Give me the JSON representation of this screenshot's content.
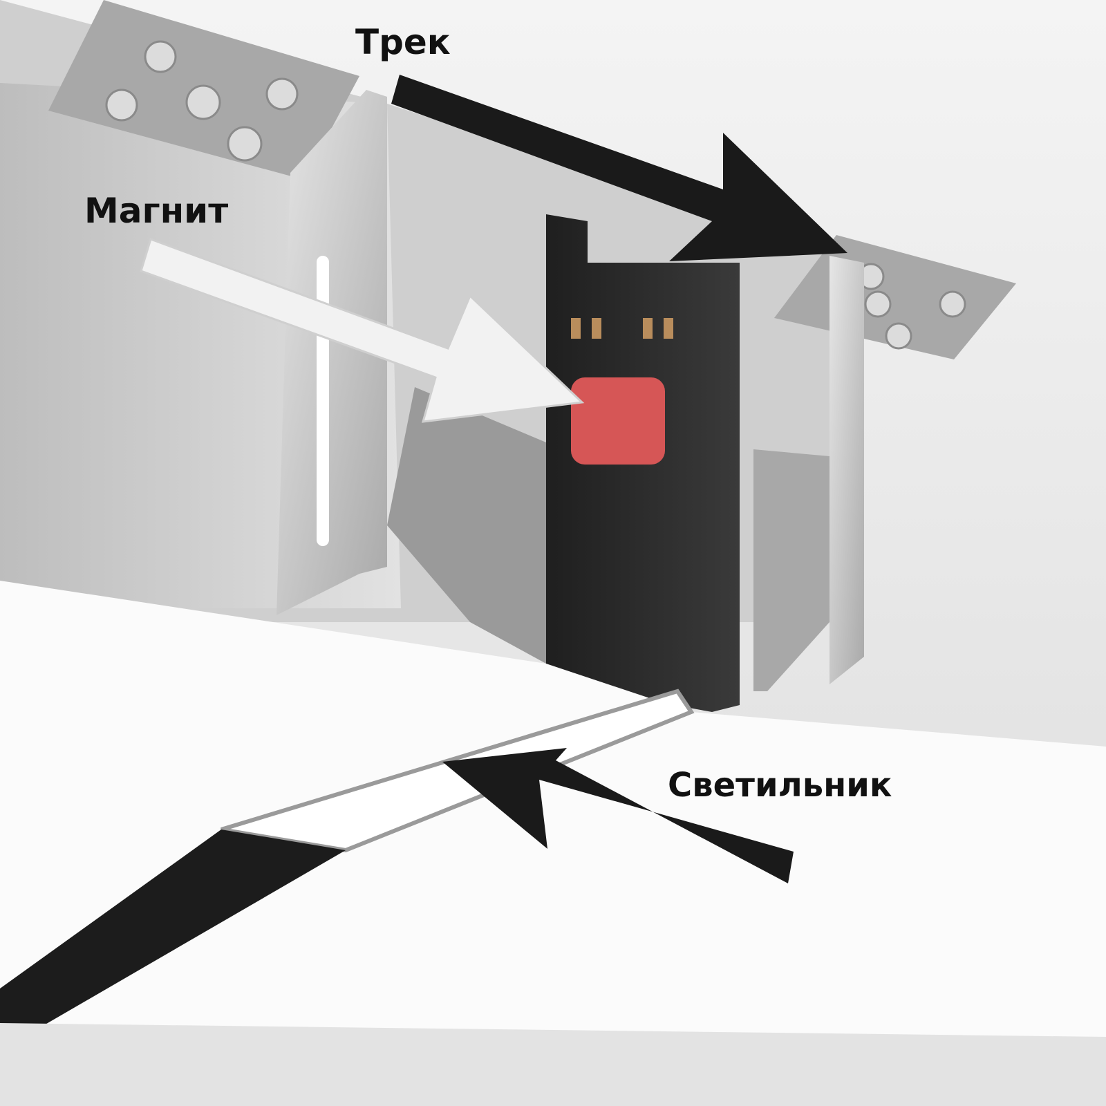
{
  "labels": {
    "track": "Трек",
    "magnet": "Магнит",
    "luminaire": "Светильник"
  },
  "colors": {
    "arrow_dark": "#1a1a1a",
    "arrow_light": "#f2f2f2",
    "magnet_pad": "#d65656",
    "luminaire_body": "#2a2a2a",
    "bracket_metal": "#cfcfcf",
    "ceiling": "#ececec"
  },
  "icons": {
    "track_arrow": "arrow-right-icon",
    "magnet_arrow": "arrow-right-icon",
    "luminaire_arrow": "arrow-left-icon"
  }
}
